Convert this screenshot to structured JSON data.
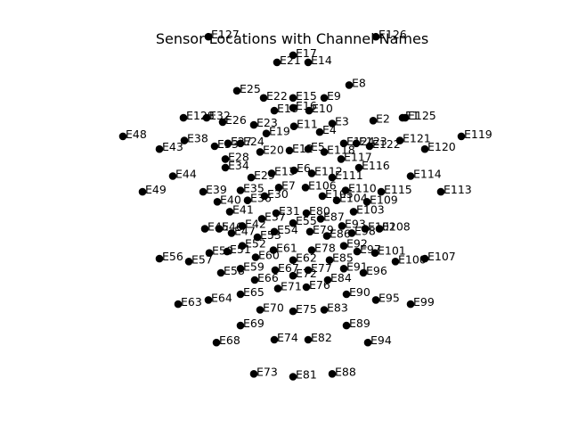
{
  "chart_data": {
    "type": "scatter",
    "title": "Sensor Locations with Channel Names",
    "xlabel": "",
    "ylabel": "",
    "xlim": [
      -1,
      1
    ],
    "ylim": [
      -1,
      1
    ],
    "grid": false,
    "axes_visible": false,
    "marker_color": "#000000",
    "points": [
      {
        "name": "E1",
        "x": 0.3875,
        "y": 0.5294
      },
      {
        "name": "E2",
        "x": 0.2844,
        "y": 0.5147
      },
      {
        "name": "E3",
        "x": 0.1406,
        "y": 0.5
      },
      {
        "name": "E4",
        "x": 0.0969,
        "y": 0.4559
      },
      {
        "name": "E5",
        "x": 0.0563,
        "y": 0.3676
      },
      {
        "name": "E6",
        "x": 0.0063,
        "y": 0.2574
      },
      {
        "name": "E7",
        "x": -0.0469,
        "y": 0.1691
      },
      {
        "name": "E8",
        "x": 0.2,
        "y": 0.6985
      },
      {
        "name": "E9",
        "x": 0.1125,
        "y": 0.6324
      },
      {
        "name": "E10",
        "x": 0.0594,
        "y": 0.5662
      },
      {
        "name": "E11",
        "x": 0.0063,
        "y": 0.4853
      },
      {
        "name": "E12",
        "x": -0.0094,
        "y": 0.3603
      },
      {
        "name": "E13",
        "x": -0.0719,
        "y": 0.2426
      },
      {
        "name": "E14",
        "x": 0.0563,
        "y": 0.8162
      },
      {
        "name": "E15",
        "x": 0.0031,
        "y": 0.6324
      },
      {
        "name": "E16",
        "x": 0.0031,
        "y": 0.5809
      },
      {
        "name": "E17",
        "x": 0.0031,
        "y": 0.8529
      },
      {
        "name": "E18",
        "x": -0.0625,
        "y": 0.5662
      },
      {
        "name": "E19",
        "x": -0.0906,
        "y": 0.4485
      },
      {
        "name": "E20",
        "x": -0.1125,
        "y": 0.3529
      },
      {
        "name": "E21",
        "x": -0.0531,
        "y": 0.8162
      },
      {
        "name": "E22",
        "x": -0.1,
        "y": 0.6324
      },
      {
        "name": "E23",
        "x": -0.1344,
        "y": 0.4926
      },
      {
        "name": "E24",
        "x": -0.1813,
        "y": 0.3971
      },
      {
        "name": "E25",
        "x": -0.1937,
        "y": 0.6691
      },
      {
        "name": "E26",
        "x": -0.2438,
        "y": 0.5074
      },
      {
        "name": "E27",
        "x": -0.225,
        "y": 0.3971
      },
      {
        "name": "E28",
        "x": -0.2344,
        "y": 0.3162
      },
      {
        "name": "E29",
        "x": -0.1437,
        "y": 0.2206
      },
      {
        "name": "E30",
        "x": -0.0969,
        "y": 0.125
      },
      {
        "name": "E31",
        "x": -0.0563,
        "y": 0.0368
      },
      {
        "name": "E32",
        "x": -0.3,
        "y": 0.5294
      },
      {
        "name": "E33",
        "x": -0.2719,
        "y": 0.3824
      },
      {
        "name": "E34",
        "x": -0.2344,
        "y": 0.2721
      },
      {
        "name": "E35",
        "x": -0.1813,
        "y": 0.1544
      },
      {
        "name": "E36",
        "x": -0.1562,
        "y": 0.1029
      },
      {
        "name": "E37",
        "x": -0.1062,
        "y": 0.0074
      },
      {
        "name": "E38",
        "x": -0.3781,
        "y": 0.4118
      },
      {
        "name": "E39",
        "x": -0.3125,
        "y": 0.1471
      },
      {
        "name": "E40",
        "x": -0.2625,
        "y": 0.0956
      },
      {
        "name": "E41",
        "x": -0.2187,
        "y": 0.0441
      },
      {
        "name": "E42",
        "x": -0.175,
        "y": -0.0294
      },
      {
        "name": "E43",
        "x": -0.4656,
        "y": 0.3676
      },
      {
        "name": "E44",
        "x": -0.4188,
        "y": 0.2279
      },
      {
        "name": "E45",
        "x": -0.3062,
        "y": -0.0441
      },
      {
        "name": "E46",
        "x": -0.2562,
        "y": -0.0441
      },
      {
        "name": "E47",
        "x": -0.2125,
        "y": -0.0662
      },
      {
        "name": "E48",
        "x": -0.5938,
        "y": 0.4338
      },
      {
        "name": "E49",
        "x": -0.525,
        "y": 0.1471
      },
      {
        "name": "E50",
        "x": -0.2906,
        "y": -0.1691
      },
      {
        "name": "E51",
        "x": -0.2281,
        "y": -0.1618
      },
      {
        "name": "E52",
        "x": -0.175,
        "y": -0.1324
      },
      {
        "name": "E53",
        "x": -0.1219,
        "y": -0.0882
      },
      {
        "name": "E54",
        "x": -0.0625,
        "y": -0.0588
      },
      {
        "name": "E55",
        "x": 0.0031,
        "y": -0.0147
      },
      {
        "name": "E56",
        "x": -0.4656,
        "y": -0.1985
      },
      {
        "name": "E57",
        "x": -0.3625,
        "y": -0.2132
      },
      {
        "name": "E58",
        "x": -0.25,
        "y": -0.2721
      },
      {
        "name": "E59",
        "x": -0.1813,
        "y": -0.25
      },
      {
        "name": "E60",
        "x": -0.1281,
        "y": -0.1912
      },
      {
        "name": "E61",
        "x": -0.0656,
        "y": -0.1544
      },
      {
        "name": "E62",
        "x": 0.0031,
        "y": -0.2059
      },
      {
        "name": "E63",
        "x": -0.4,
        "y": -0.4338
      },
      {
        "name": "E64",
        "x": -0.2938,
        "y": -0.4118
      },
      {
        "name": "E65",
        "x": -0.1813,
        "y": -0.3824
      },
      {
        "name": "E66",
        "x": -0.1312,
        "y": -0.3088
      },
      {
        "name": "E67",
        "x": -0.0594,
        "y": -0.2574
      },
      {
        "name": "E68",
        "x": -0.2656,
        "y": -0.6324
      },
      {
        "name": "E69",
        "x": -0.1813,
        "y": -0.5441
      },
      {
        "name": "E70",
        "x": -0.1125,
        "y": -0.4632
      },
      {
        "name": "E71",
        "x": -0.05,
        "y": -0.3529
      },
      {
        "name": "E72",
        "x": 0.0031,
        "y": -0.2868
      },
      {
        "name": "E73",
        "x": -0.1344,
        "y": -0.7941
      },
      {
        "name": "E74",
        "x": -0.0625,
        "y": -0.6176
      },
      {
        "name": "E75",
        "x": 0.0031,
        "y": -0.4706
      },
      {
        "name": "E76",
        "x": 0.05,
        "y": -0.3456
      },
      {
        "name": "E77",
        "x": 0.0563,
        "y": -0.2574
      },
      {
        "name": "E78",
        "x": 0.0688,
        "y": -0.1544
      },
      {
        "name": "E79",
        "x": 0.0625,
        "y": -0.0588
      },
      {
        "name": "E80",
        "x": 0.05,
        "y": 0.0368
      },
      {
        "name": "E81",
        "x": 0.0031,
        "y": -0.8088
      },
      {
        "name": "E82",
        "x": 0.0563,
        "y": -0.6176
      },
      {
        "name": "E83",
        "x": 0.1125,
        "y": -0.4632
      },
      {
        "name": "E84",
        "x": 0.125,
        "y": -0.3088
      },
      {
        "name": "E85",
        "x": 0.1313,
        "y": -0.2059
      },
      {
        "name": "E86",
        "x": 0.1219,
        "y": -0.0809
      },
      {
        "name": "E87",
        "x": 0.1,
        "y": 0.0074
      },
      {
        "name": "E88",
        "x": 0.1406,
        "y": -0.7941
      },
      {
        "name": "E89",
        "x": 0.1906,
        "y": -0.5441
      },
      {
        "name": "E90",
        "x": 0.1906,
        "y": -0.3824
      },
      {
        "name": "E91",
        "x": 0.1813,
        "y": -0.25
      },
      {
        "name": "E92",
        "x": 0.1813,
        "y": -0.1324
      },
      {
        "name": "E93",
        "x": 0.175,
        "y": -0.0294
      },
      {
        "name": "E94",
        "x": 0.2656,
        "y": -0.6324
      },
      {
        "name": "E95",
        "x": 0.2938,
        "y": -0.4118
      },
      {
        "name": "E96",
        "x": 0.25,
        "y": -0.2721
      },
      {
        "name": "E97",
        "x": 0.2281,
        "y": -0.1618
      },
      {
        "name": "E98",
        "x": 0.2094,
        "y": -0.0662
      },
      {
        "name": "E99",
        "x": 0.4156,
        "y": -0.4338
      },
      {
        "name": "E100",
        "x": 0.3625,
        "y": -0.2132
      },
      {
        "name": "E101",
        "x": 0.2906,
        "y": -0.1691
      },
      {
        "name": "E102",
        "x": 0.2562,
        "y": -0.0441
      },
      {
        "name": "E103",
        "x": 0.2156,
        "y": 0.0441
      },
      {
        "name": "E104",
        "x": 0.1563,
        "y": 0.1029
      },
      {
        "name": "E105",
        "x": 0.1063,
        "y": 0.125
      },
      {
        "name": "E106",
        "x": 0.0469,
        "y": 0.1691
      },
      {
        "name": "E107",
        "x": 0.4656,
        "y": -0.1985
      },
      {
        "name": "E108",
        "x": 0.3062,
        "y": -0.0441
      },
      {
        "name": "E109",
        "x": 0.2625,
        "y": 0.0956
      },
      {
        "name": "E110",
        "x": 0.1875,
        "y": 0.1544
      },
      {
        "name": "E111",
        "x": 0.1406,
        "y": 0.2206
      },
      {
        "name": "E112",
        "x": 0.0688,
        "y": 0.2426
      },
      {
        "name": "E113",
        "x": 0.5219,
        "y": 0.1471
      },
      {
        "name": "E114",
        "x": 0.4156,
        "y": 0.2279
      },
      {
        "name": "E115",
        "x": 0.3125,
        "y": 0.1471
      },
      {
        "name": "E116",
        "x": 0.2344,
        "y": 0.2721
      },
      {
        "name": "E117",
        "x": 0.1719,
        "y": 0.3162
      },
      {
        "name": "E118",
        "x": 0.1125,
        "y": 0.3529
      },
      {
        "name": "E119",
        "x": 0.5938,
        "y": 0.4338
      },
      {
        "name": "E120",
        "x": 0.4656,
        "y": 0.3676
      },
      {
        "name": "E121",
        "x": 0.3781,
        "y": 0.4118
      },
      {
        "name": "E122",
        "x": 0.2719,
        "y": 0.3824
      },
      {
        "name": "E123",
        "x": 0.225,
        "y": 0.3971
      },
      {
        "name": "E124",
        "x": 0.1813,
        "y": 0.3971
      },
      {
        "name": "E125",
        "x": 0.3969,
        "y": 0.5294
      },
      {
        "name": "E126",
        "x": 0.2938,
        "y": 0.9485
      },
      {
        "name": "E127",
        "x": -0.2938,
        "y": 0.9485
      },
      {
        "name": "E128",
        "x": -0.3812,
        "y": 0.5294
      }
    ]
  }
}
